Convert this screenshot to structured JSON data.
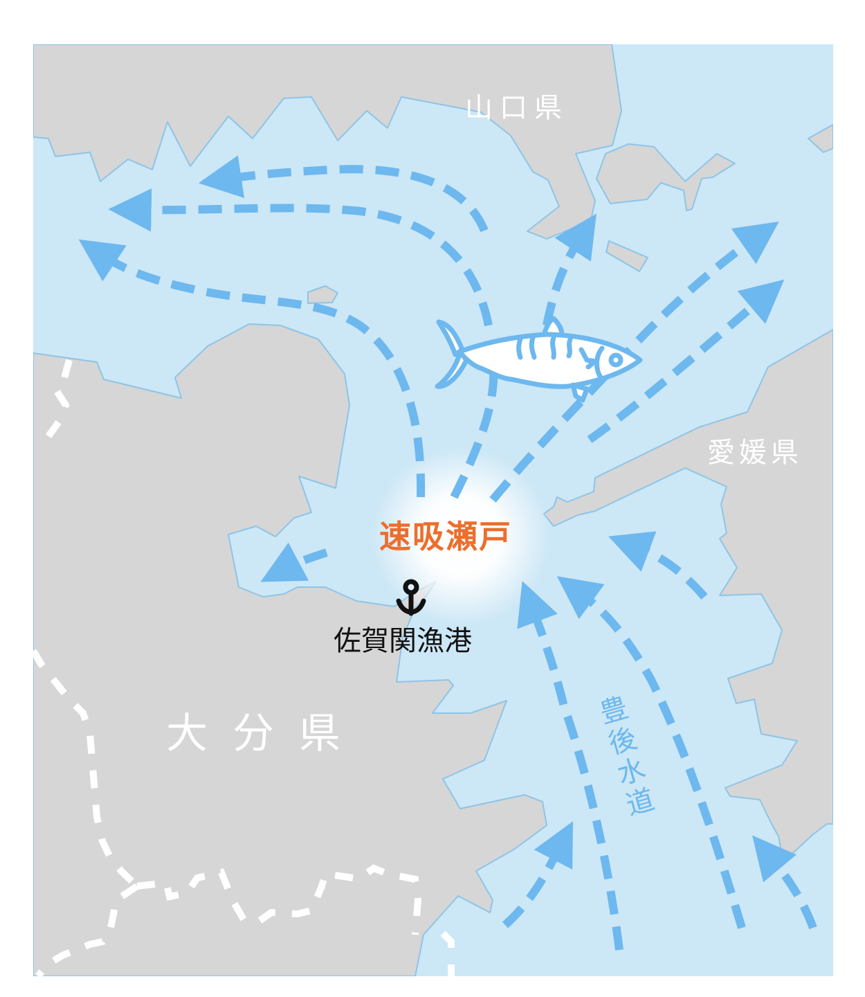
{
  "map": {
    "colors": {
      "sea": "#CCE7F6",
      "land": "#D6D6D6",
      "coast": "#8EC4E6",
      "current_arrow": "#6DB8EE",
      "strait_label": "#EC6E2D",
      "port_label": "#111111",
      "prefecture_label": "#FFFFFF",
      "border": "#FFFFFF"
    },
    "prefectures": [
      {
        "id": "yamaguchi",
        "label": "山口県"
      },
      {
        "id": "ehime",
        "label": "愛媛県"
      },
      {
        "id": "oita",
        "label": "大分県"
      }
    ],
    "strait": {
      "label": "速吸瀬戸"
    },
    "port": {
      "label": "佐賀関漁港",
      "icon": "anchor-icon"
    },
    "channel": {
      "label": "豊後水道"
    },
    "fish": {
      "icon": "mackerel-fish-icon"
    },
    "currents": {
      "northward_out": [
        "northwest-upper",
        "northwest-middle",
        "northwest-lower",
        "north",
        "northeast-upper",
        "northeast-lower",
        "west-short"
      ],
      "southward_in": [
        "south-left",
        "south-center-left",
        "south-center-right",
        "south-right",
        "southwest-inflow",
        "southeast-inflow"
      ]
    }
  }
}
